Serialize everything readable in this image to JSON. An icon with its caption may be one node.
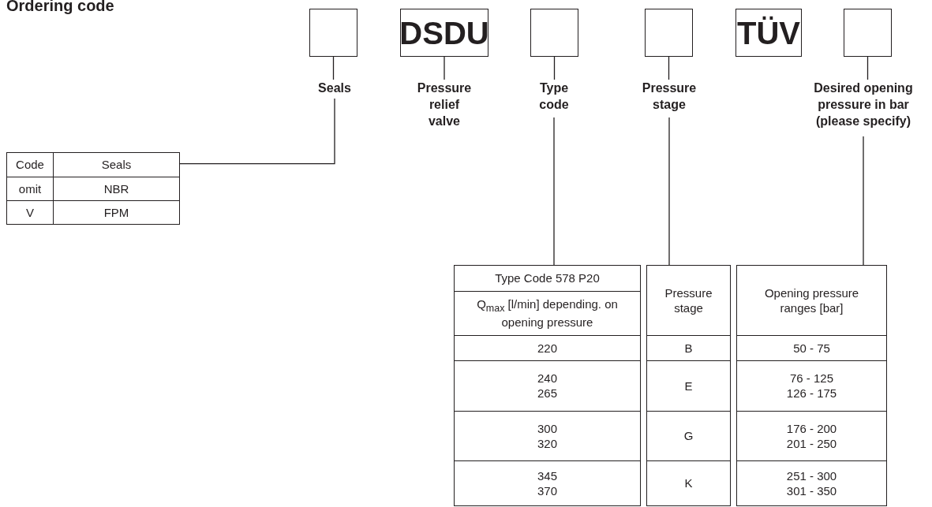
{
  "diagram": {
    "title": "Ordering code",
    "nodes": [
      {
        "text": [],
        "shape": "box"
      },
      {
        "text": [
          "DSDU"
        ]
      },
      {
        "text": [],
        "shape": "box"
      },
      {
        "text": [],
        "shape": "box"
      },
      {
        "text": [
          "TÜV"
        ]
      },
      {
        "text": [],
        "shape": "box"
      },
      {
        "text": [
          "Seals"
        ]
      },
      {
        "text": [
          "Pressure relief valve"
        ]
      },
      {
        "text": [
          "Type code"
        ]
      },
      {
        "text": [
          "Pressure stage"
        ]
      },
      {
        "text": [
          "Desired opening pressure in bar (please specify)"
        ]
      },
      {
        "text": [
          "Code",
          "Seals",
          "omit",
          "NBR",
          "V",
          "FPM"
        ]
      },
      {
        "text": [
          "Type Code 578 P20",
          "Q$_{max}$ [l/min] depending. on opening pressure",
          "220",
          "240",
          "265",
          "300",
          "320",
          "345",
          "370"
        ]
      },
      {
        "text": [
          "Pressure stage",
          "B",
          "E",
          "G",
          "K"
        ]
      },
      {
        "text": [
          "Opening pressure ranges [bar]",
          "50 - 75",
          "76 - 125",
          "126 - 175",
          "176 - 200",
          "201 - 250",
          "251 - 300",
          "301 - 350"
        ]
      }
    ],
    "edges": [
      {
        "from": 0,
        "to": 6,
        "arrow": "none"
      },
      {
        "from": 1,
        "to": 7,
        "arrow": "none"
      },
      {
        "from": 2,
        "to": 8,
        "arrow": "none"
      },
      {
        "from": 3,
        "to": 9,
        "arrow": "none"
      },
      {
        "from": 5,
        "to": 10,
        "arrow": "none"
      },
      {
        "from": 6,
        "to": 11,
        "arrow": "none"
      },
      {
        "from": 8,
        "to": 12,
        "arrow": "none"
      },
      {
        "from": 9,
        "to": 13,
        "arrow": "none"
      },
      {
        "from": 10,
        "to": 14,
        "arrow": "none"
      }
    ]
  }
}
